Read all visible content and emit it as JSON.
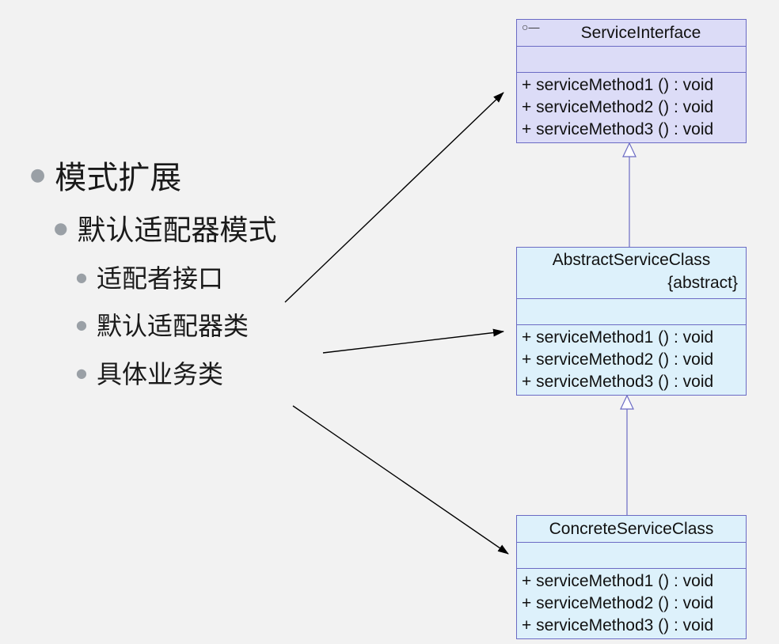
{
  "slide": {
    "bullets": {
      "level1": "模式扩展",
      "level2": "默认适配器模式",
      "level3": [
        "适配者接口",
        "默认适配器类",
        "具体业务类"
      ]
    }
  },
  "diagram": {
    "interface_class": {
      "name": "ServiceInterface",
      "stereotype_icon": "interface-lollipop-icon",
      "operations": [
        "+  serviceMethod1 ()  : void",
        "+  serviceMethod2 ()  : void",
        "+  serviceMethod3 ()  : void"
      ]
    },
    "abstract_class": {
      "name": "AbstractServiceClass",
      "tag": "{abstract}",
      "operations": [
        "+  serviceMethod1 ()  : void",
        "+  serviceMethod2 ()  : void",
        "+  serviceMethod3 ()  : void"
      ]
    },
    "concrete_class": {
      "name": "ConcreteServiceClass",
      "operations": [
        "+  serviceMethod1 ()  : void",
        "+  serviceMethod2 ()  : void",
        "+  serviceMethod3 ()  : void"
      ]
    },
    "colors": {
      "background": "#f2f2f2",
      "interface_fill": "#dcdcf7",
      "class_fill": "#ddf1fb",
      "border": "#6b6bc4",
      "pointer_arrow": "#000000"
    }
  }
}
